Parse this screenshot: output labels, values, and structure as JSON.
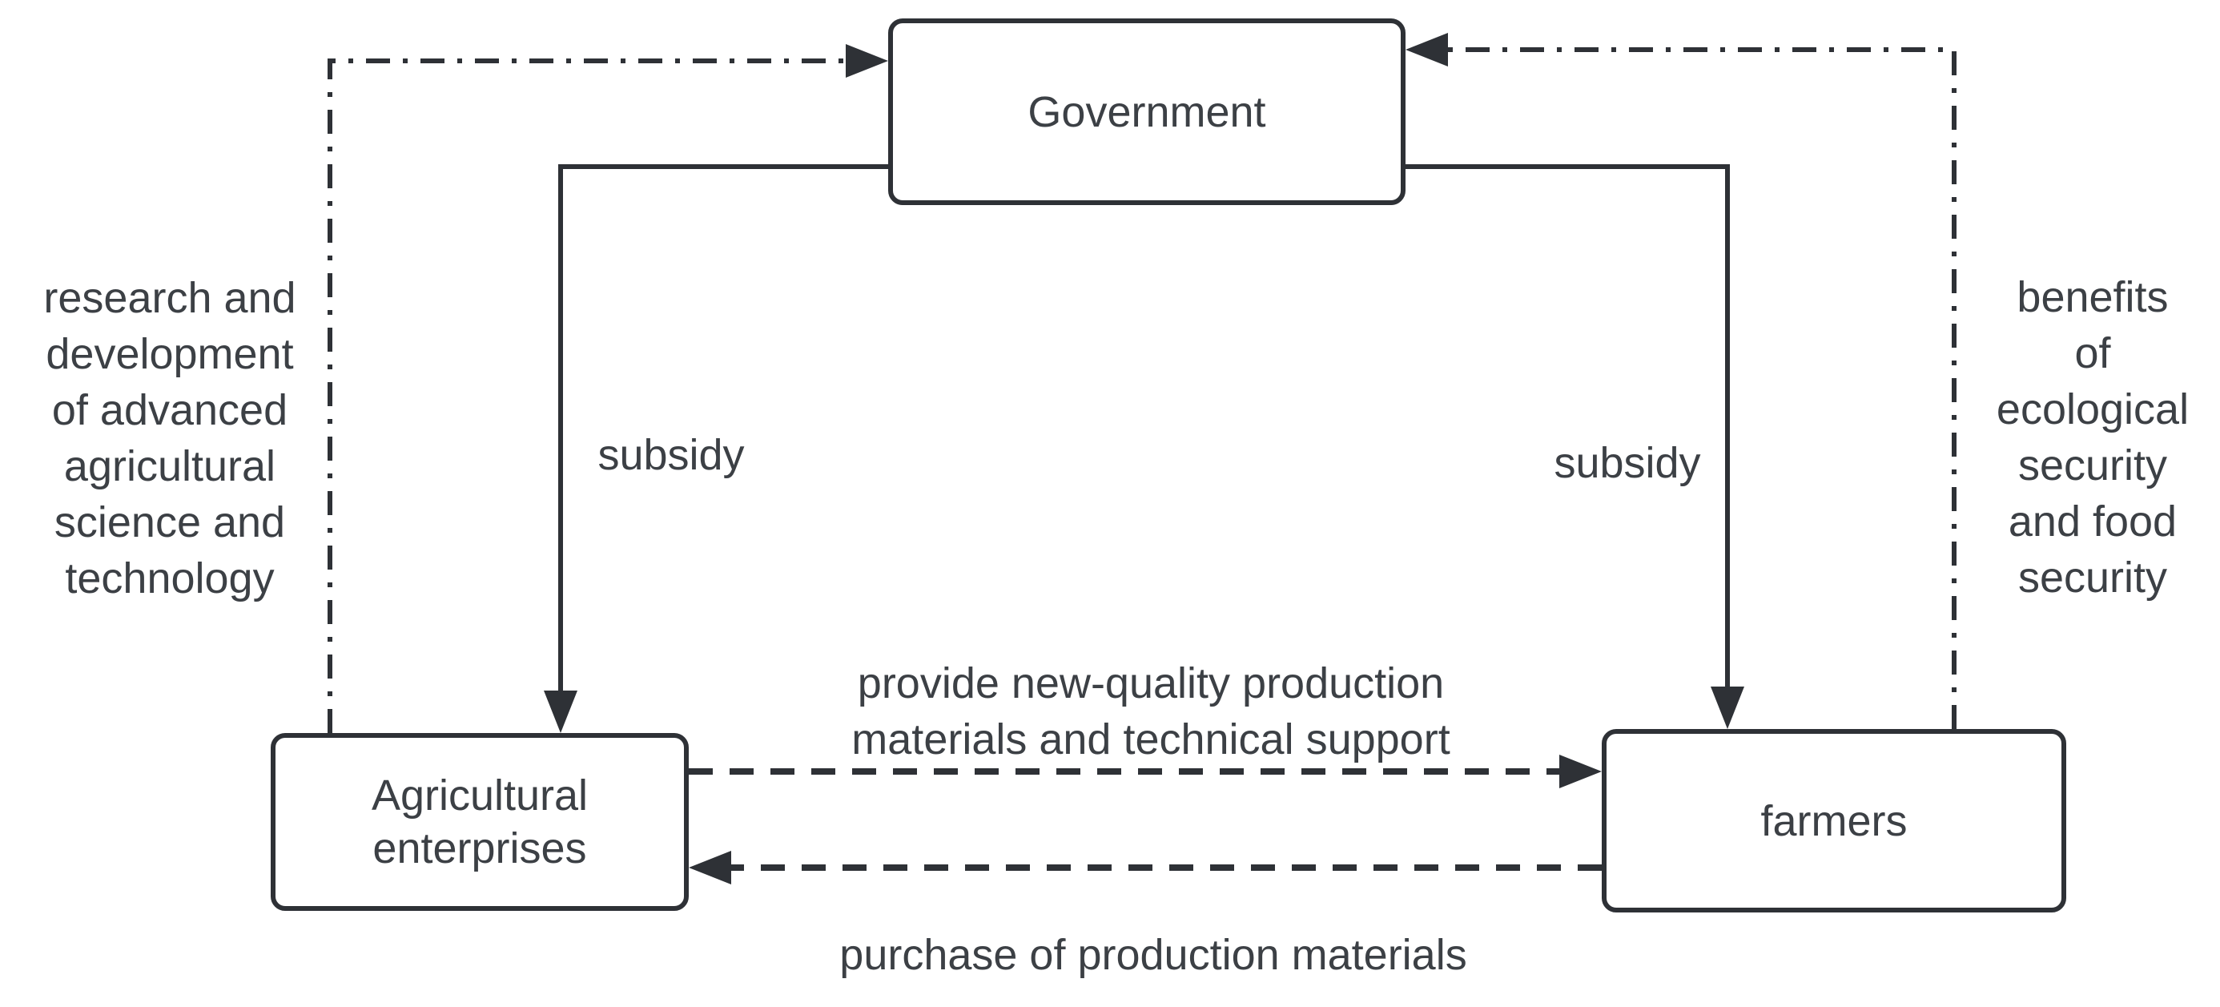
{
  "diagram": {
    "background": "#ffffff",
    "stroke_color": "#2e3136",
    "text_color": "#3c4045",
    "nodes": {
      "government": {
        "label": "Government"
      },
      "enterprises": {
        "label": "Agricultural enterprises"
      },
      "farmers": {
        "label": "farmers"
      }
    },
    "edges": {
      "subsidy_to_enterprises": {
        "label": "subsidy",
        "from": "government",
        "to": "enterprises",
        "line": "solid"
      },
      "subsidy_to_farmers": {
        "label": "subsidy",
        "from": "government",
        "to": "farmers",
        "line": "solid"
      },
      "provide_support": {
        "label_lines": [
          "provide new-quality production",
          "materials and technical support"
        ],
        "from": "enterprises",
        "to": "farmers",
        "line": "dashed"
      },
      "purchase_materials": {
        "label": "purchase of production materials",
        "from": "farmers",
        "to": "enterprises",
        "line": "dashed"
      },
      "research_development": {
        "label_lines": [
          "research and",
          "development",
          "of advanced",
          "agricultural",
          "science and",
          "technology"
        ],
        "from": "enterprises",
        "to": "government",
        "line": "dash-dot"
      },
      "security_benefits": {
        "label_lines": [
          "benefits",
          "of",
          "ecological",
          "security",
          "and food",
          "security"
        ],
        "from": "farmers",
        "to": "government",
        "line": "dash-dot"
      }
    }
  }
}
